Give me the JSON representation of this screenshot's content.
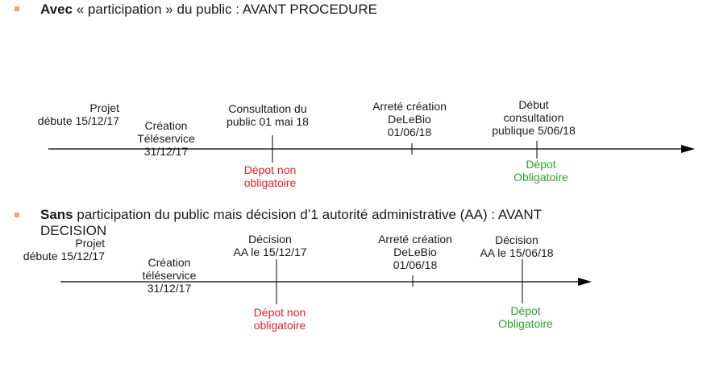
{
  "colors": {
    "bullet": "#f4a373",
    "red": "#e8202a",
    "green": "#2ca02c",
    "axis": "#000000"
  },
  "section1": {
    "bold": "Avec",
    "rest": " « participation » du public : AVANT PROCEDURE",
    "labels": {
      "projet": "Projet\ndébute  15/12/17",
      "creation": "Création\nTéléservice\n31/12/17",
      "consultation": "Consultation du\npublic 01 mai 18",
      "arrete": "Arreté création\nDeLeBio\n01/06/18",
      "debut": "Début\nconsultation\npublique 5/06/18",
      "depot_non": "Dépot non\nobligatoire",
      "depot_obl": "Dépot\nObligatoire"
    }
  },
  "section2": {
    "bold": "Sans",
    "rest": " participation du public mais décision d’1 autorité administrative (AA) : AVANT",
    "rest2": "DECISION",
    "labels": {
      "projet": "Projet\ndébute  15/12/17",
      "creation": "Création\ntéléservice\n31/12/17",
      "decision1": "Décision\nAA le 15/12/17",
      "arrete": "Arreté création\nDeLeBio\n01/06/18",
      "decision2": "Décision\nAA le 15/06/18",
      "depot_non": "Dépot non\nobligatoire",
      "depot_obl": "Dépot\nObligatoire"
    }
  }
}
